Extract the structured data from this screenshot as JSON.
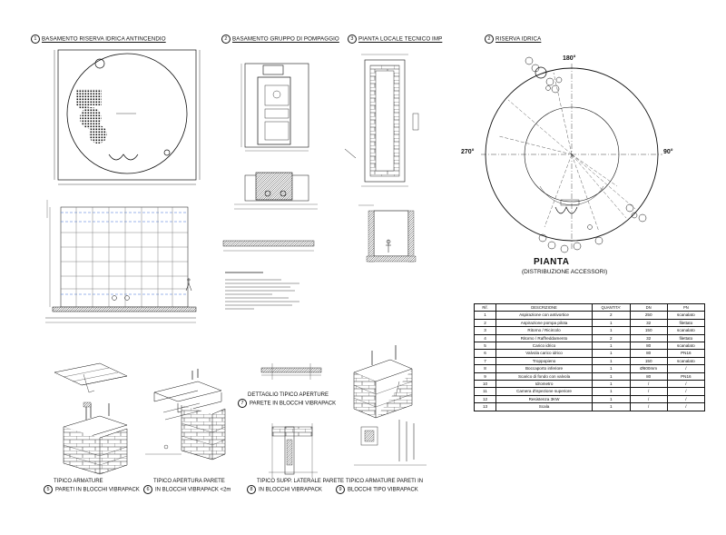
{
  "drawings": {
    "d1": {
      "num": "1",
      "title": "BASAMENTO RISERVA IDRICA ANTINCENDIO"
    },
    "d2": {
      "num": "2",
      "title": "BASAMENTO GRUPPO DI POMPAGGIO"
    },
    "d3": {
      "num": "3",
      "title": "PIANTA LOCALE TECNICO IMP"
    },
    "d4": {
      "num": "2",
      "title": "RISERVA IDRICA"
    },
    "d5": {
      "num": "5",
      "line1": "TIPICO ARMATURE",
      "line2": "PARETI IN BLOCCHI VIBRAPACK"
    },
    "d6": {
      "num": "6",
      "line1": "TIPICO APERTURA PARETE",
      "line2": "IN BLOCCHI VIBRAPACK <2m"
    },
    "d7": {
      "num": "7",
      "line1": "DETTAGLIO TIPICO APERTURE",
      "line2": "PARETE IN BLOCCHI VIBRAPACK"
    },
    "d8": {
      "num": "8",
      "line1": "TIPICO SUPP. LATERALE PARETE",
      "line2": "IN BLOCCHI VIBRAPACK"
    },
    "d9": {
      "num": "9",
      "line1": "TIPICO ARMATURE PARETI IN",
      "line2": "BLOCCHI TIPO VIBRAPACK"
    }
  },
  "pianta": {
    "title": "PIANTA",
    "subtitle": "(DISTRIBUZIONE ACCESSORI)",
    "angles": {
      "top": "180°",
      "right": "90°",
      "left": "270°"
    }
  },
  "table": {
    "headers": [
      "Rif.",
      "DESCRIZIONE",
      "QUANTITA'",
      "DN",
      "PN"
    ],
    "rows": [
      [
        "1",
        "Aspirazione con antivortice",
        "2",
        "250",
        "scanalato"
      ],
      [
        "2",
        "Aspirazione pompa pilota",
        "1",
        "32",
        "filettato"
      ],
      [
        "3",
        "Ritorno / Ricircolo",
        "1",
        "150",
        "scanalato"
      ],
      [
        "4",
        "Ritorno / Raffreddamento",
        "2",
        "32",
        "filettato"
      ],
      [
        "5",
        "Carico idrico",
        "1",
        "80",
        "scanalato"
      ],
      [
        "6",
        "Valvola carico idrico",
        "1",
        "80",
        "PN16"
      ],
      [
        "7",
        "Troppopieno",
        "1",
        "150",
        "scanalato"
      ],
      [
        "8",
        "Boccaporto inferiore",
        "1",
        "Ø600mm",
        "/"
      ],
      [
        "9",
        "Scarico di fondo con valvola",
        "1",
        "80",
        "PN16"
      ],
      [
        "10",
        "Idrometro",
        "1",
        "/",
        "/"
      ],
      [
        "11",
        "Camera d'ispezione superiore",
        "1",
        "/",
        "/"
      ],
      [
        "12",
        "Resistenza 3KW",
        "1",
        "/",
        "/"
      ],
      [
        "13",
        "Scala",
        "1",
        "/",
        "/"
      ]
    ]
  }
}
